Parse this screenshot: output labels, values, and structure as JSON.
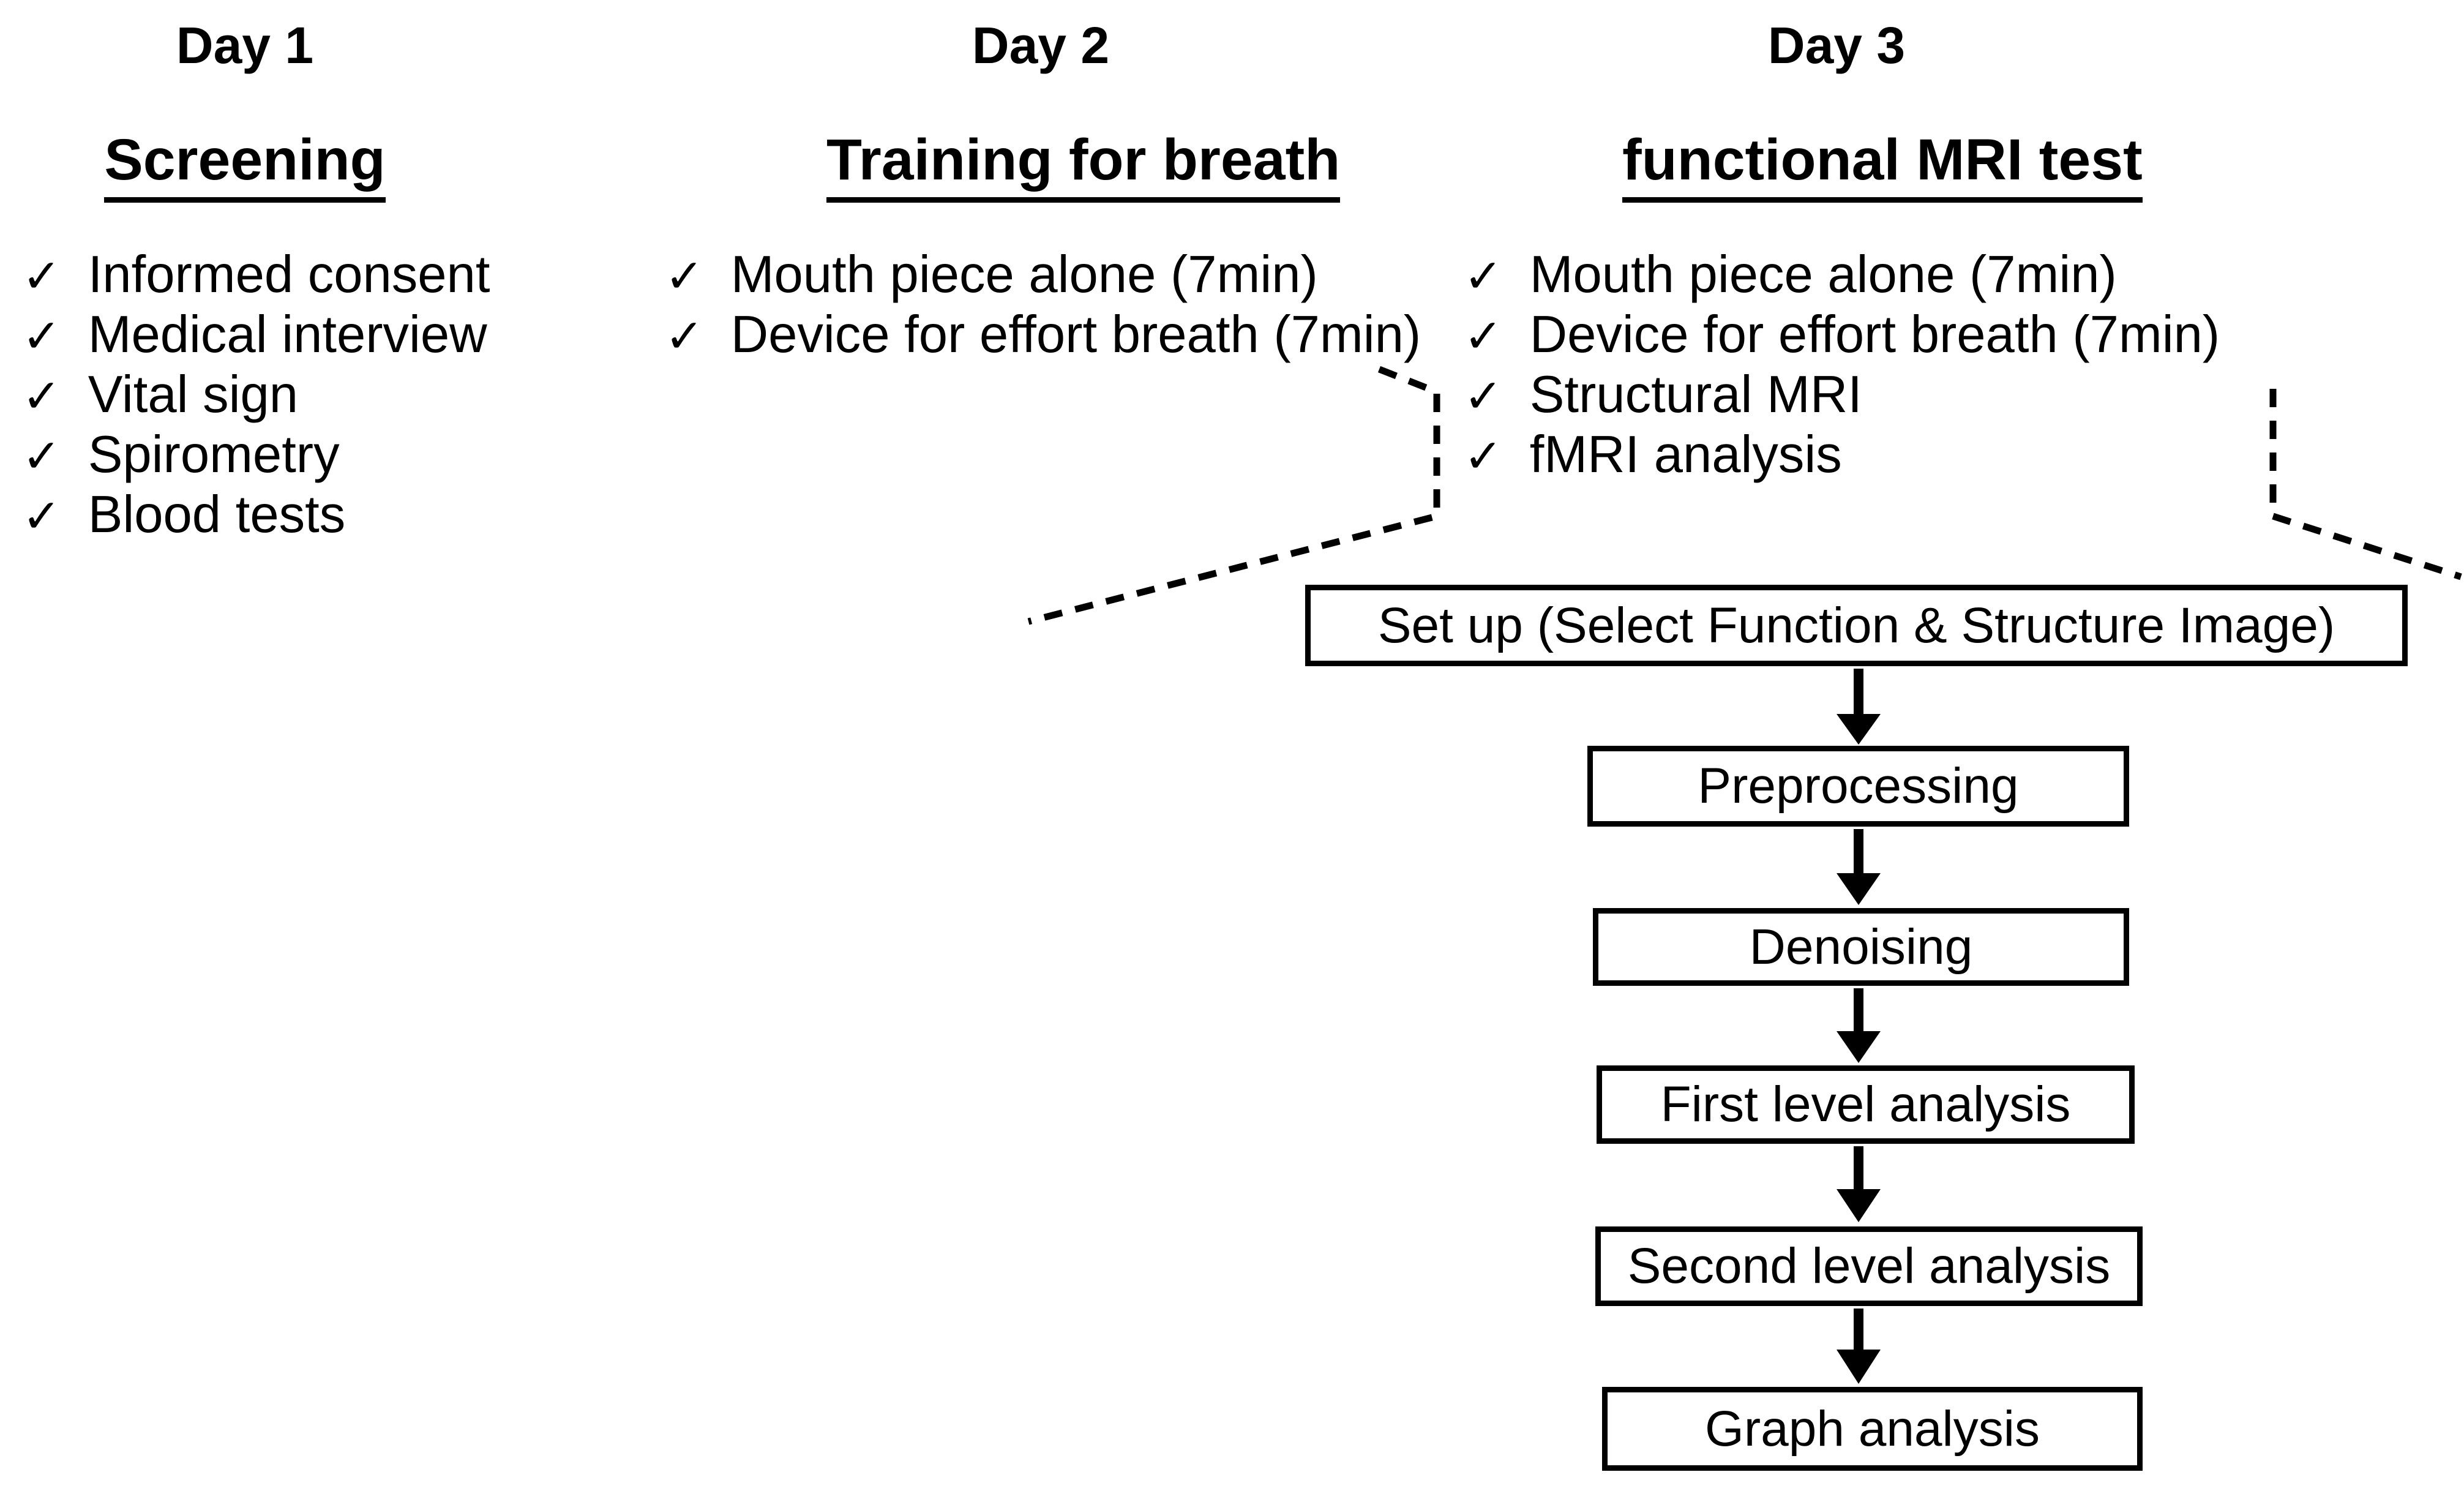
{
  "figure": {
    "columns": [
      {
        "day": "Day 1",
        "subtitle": "Screening",
        "items": [
          "Informed consent",
          "Medical interview",
          "Vital sign",
          "Spirometry",
          "Blood tests"
        ]
      },
      {
        "day": "Day 2",
        "subtitle": "Training for breath",
        "items": [
          "Mouth piece alone (7min)",
          "Device for effort breath (7min)"
        ]
      },
      {
        "day": "Day 3",
        "subtitle": "functional MRI test",
        "items": [
          "Mouth piece alone (7min)",
          "Device for effort breath (7min)",
          "Structural MRI",
          "fMRI analysis"
        ]
      }
    ],
    "check_glyph": "✓",
    "flow_steps": [
      "Set up (Select Function & Structure Image)",
      "Preprocessing",
      "Denoising",
      "First level analysis",
      "Second level analysis",
      "Graph analysis"
    ],
    "colors": {
      "ink": "#000000",
      "background": "#ffffff"
    }
  }
}
